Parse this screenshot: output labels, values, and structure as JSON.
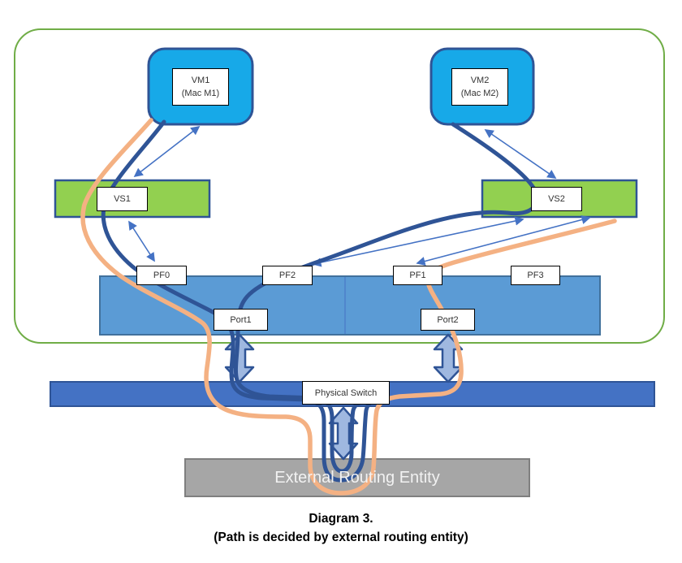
{
  "diagram": {
    "title": "Diagram 3.",
    "subtitle": "(Path is decided by external routing entity)",
    "nodes": {
      "vm1": {
        "line1": "VM1",
        "line2": "(Mac M1)"
      },
      "vm2": {
        "line1": "VM2",
        "line2": "(Mac M2)"
      },
      "vs1": {
        "label": "VS1"
      },
      "vs2": {
        "label": "VS2"
      },
      "pf0": {
        "label": "PF0"
      },
      "pf2": {
        "label": "PF2"
      },
      "pf1": {
        "label": "PF1"
      },
      "pf3": {
        "label": "PF3"
      },
      "port1": {
        "label": "Port1"
      },
      "port2": {
        "label": "Port2"
      },
      "physical_switch": {
        "label": "Physical Switch"
      },
      "external_routing_entity": {
        "label": "External Routing Entity"
      }
    },
    "colors": {
      "host_boundary_green": "#70AD47",
      "vm_fill_cyan": "#17A9E8",
      "vm_border_navy": "#2F5496",
      "vswitch_green": "#92D050",
      "nic_blue": "#5B9BD5",
      "nic_border": "#41719C",
      "switch_bar_blue": "#4472C4",
      "block_arrow_fill": "#9FB8E0",
      "path_navy": "#2F5496",
      "path_orange": "#F4B183",
      "thin_arrow_blue": "#4472C4",
      "external_entity_gray": "#A6A6A6"
    }
  }
}
